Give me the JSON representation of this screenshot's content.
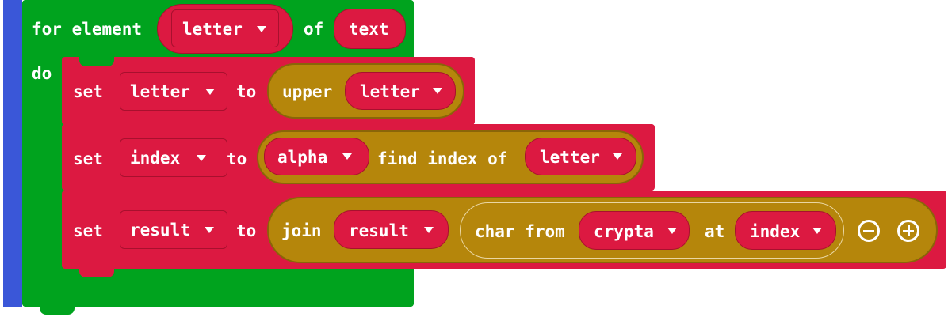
{
  "loop": {
    "for_label": "for element",
    "var_dropdown": "letter",
    "of_label": "of",
    "iterable": "text",
    "do_label": "do"
  },
  "stmt1": {
    "set_label": "set",
    "var": "letter",
    "to_label": "to",
    "func": "upper",
    "arg": "letter"
  },
  "stmt2": {
    "set_label": "set",
    "var": "index",
    "to_label": "to",
    "obj": "alpha",
    "method": "find index of",
    "arg": "letter"
  },
  "stmt3": {
    "set_label": "set",
    "var": "result",
    "to_label": "to",
    "join_label": "join",
    "arg1": "result",
    "char_from_label": "char from",
    "char_obj": "crypta",
    "at_label": "at",
    "char_index": "index"
  },
  "icons": {
    "dropdown": "caret-down-icon",
    "remove": "minus-circle-icon",
    "add": "plus-circle-icon"
  },
  "colors": {
    "loop": "#00a31e",
    "variables": "#dc1941",
    "text_ops": "#b5860b",
    "left_edge": "#3a57d8"
  }
}
